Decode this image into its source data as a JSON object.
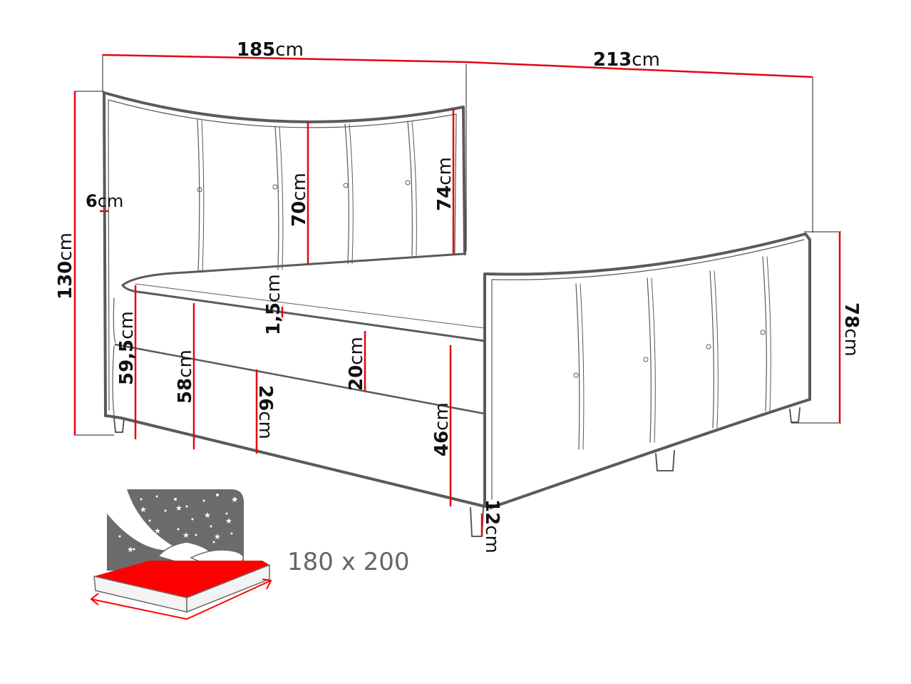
{
  "title": "Bed dimension diagram",
  "colors": {
    "dimension_line": "#e30613",
    "outline": "#555555",
    "icon_gray": "#6b6b6b",
    "icon_red": "#ff0000",
    "text": "#111111",
    "size_text": "#666666"
  },
  "unit": "cm",
  "dimensions": {
    "width": {
      "value": "185",
      "unit": "cm"
    },
    "length": {
      "value": "213",
      "unit": "cm"
    },
    "headboard_height": {
      "value": "130",
      "unit": "cm"
    },
    "headboard_thickness": {
      "value": "6",
      "unit": "cm"
    },
    "headboard_panel_center": {
      "value": "70",
      "unit": "cm"
    },
    "headboard_panel_side": {
      "value": "74",
      "unit": "cm"
    },
    "footboard_height": {
      "value": "78",
      "unit": "cm"
    },
    "topper": {
      "value": "1,5",
      "unit": "cm"
    },
    "mattress": {
      "value": "20",
      "unit": "cm"
    },
    "total_sleep_height": {
      "value": "59,5",
      "unit": "cm"
    },
    "mattress_top_height": {
      "value": "58",
      "unit": "cm"
    },
    "base_box": {
      "value": "26",
      "unit": "cm"
    },
    "base_height": {
      "value": "46",
      "unit": "cm"
    },
    "leg_height": {
      "value": "12",
      "unit": "cm"
    }
  },
  "sleeping_area": {
    "label": "180 x 200",
    "icon": "bed-with-stars-icon"
  }
}
